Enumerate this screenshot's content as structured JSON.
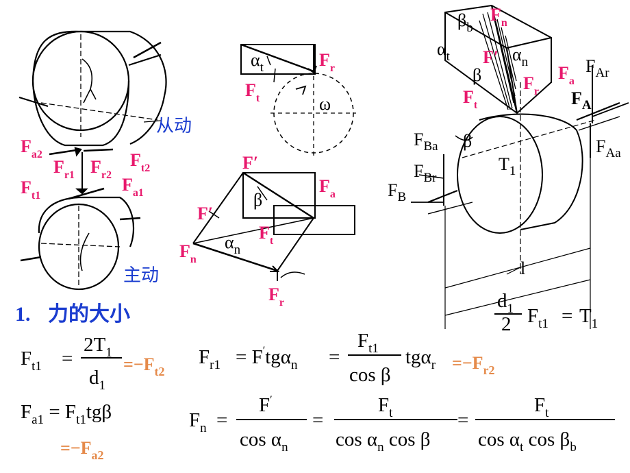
{
  "labels": {
    "driven": "从动",
    "driving": "主动",
    "heading_num": "1.",
    "heading_text": "力的大小",
    "omega": "ω",
    "T1": "T",
    "l_mark": "l",
    "l1_mark": "l",
    "l2_mark": "l"
  },
  "gear_forces": {
    "Fa2": "F",
    "Fa2_sub": "a2",
    "Fr1": "F",
    "Fr1_sub": "r1",
    "Fr2": "F",
    "Fr2_sub": "r2",
    "Ft2": "F",
    "Ft2_sub": "t2",
    "Ft1": "F",
    "Ft1_sub": "t1",
    "Fa1": "F",
    "Fa1_sub": "a1"
  },
  "mid_top": {
    "alpha_t": "α",
    "alpha_t_sub": "t",
    "Fr": "F",
    "Fr_sub": "r",
    "Ft": "F",
    "Ft_sub": "t"
  },
  "mid_bottom": {
    "Fprime": "F′",
    "Fa": "F",
    "Fa_sub": "a",
    "beta": "β",
    "Fprime2": "F′",
    "Ft": "F",
    "Ft_sub": "t",
    "Fn": "F",
    "Fn_sub": "n",
    "alpha_n": "α",
    "alpha_n_sub": "n",
    "Fr": "F",
    "Fr_sub": "r"
  },
  "right_diagram": {
    "beta_b": "β",
    "beta_b_sub": "b",
    "Fn": "F",
    "Fn_sub": "n",
    "alpha_t": "α",
    "alpha_t_sub": "t",
    "Fprime": "F′",
    "alpha_n": "α",
    "alpha_n_sub": "n",
    "beta": "β",
    "Fr": "F",
    "Fr_sub": "r",
    "Fa": "F",
    "Fa_sub": "a",
    "Ft": "F",
    "Ft_sub": "t",
    "FAr": "F",
    "FAr_sub": "Ar",
    "FA": "F",
    "FA_sub": "A",
    "FAa": "F",
    "FAa_sub": "Aa",
    "FBa": "F",
    "FBa_sub": "Ba",
    "beta2": "β",
    "FBr": "F",
    "FBr_sub": "Br",
    "FB": "F",
    "FB_sub": "B"
  },
  "formulas": {
    "torque": {
      "num": "d",
      "num_sub": "1",
      "den": "2",
      "rhs": "F",
      "rhs_sub": "t1",
      "eq": "=",
      "res": "T",
      "res_sub": "1"
    },
    "ft1": {
      "lhs": "F",
      "lhs_sub": "t1",
      "eq": "=",
      "num": "2T",
      "num_sub": "1",
      "den": "d",
      "den_sub": "1",
      "neg": "=−F",
      "neg_sub": "t2"
    },
    "fr1": {
      "lhs": "F",
      "lhs_sub": "r1",
      "eq1": "= F",
      "mid": "tgα",
      "mid_sub": "n",
      "eq2": "=",
      "num": "F",
      "num_sub": "t1",
      "den": "cos β",
      "tail": "tgα",
      "tail_sub": "r",
      "neg": "=−F",
      "neg_sub": "r2"
    },
    "fa1": {
      "lhs": "F",
      "lhs_sub": "a1",
      "eq": "= F",
      "rhs_sub": "t1",
      "rhs": "tgβ",
      "neg": "=−F",
      "neg_sub": "a2"
    },
    "fn": {
      "lhs": "F",
      "lhs_sub": "n",
      "eq": "=",
      "n1": "F",
      "d1": "cos α",
      "d1_sub": "n",
      "eq2": "=",
      "n2": "F",
      "n2_sub": "t",
      "d2a": "cos α",
      "d2a_sub": "n",
      "d2b": "cos β",
      "eq3": "=",
      "n3": "F",
      "n3_sub": "t",
      "d3a": "cos α",
      "d3a_sub": "t",
      "d3b": "cos β",
      "d3b_sub": "b"
    }
  },
  "colors": {
    "force_label": "#e8186c",
    "heading": "#1a3ccf",
    "negation": "#e58a4a"
  }
}
